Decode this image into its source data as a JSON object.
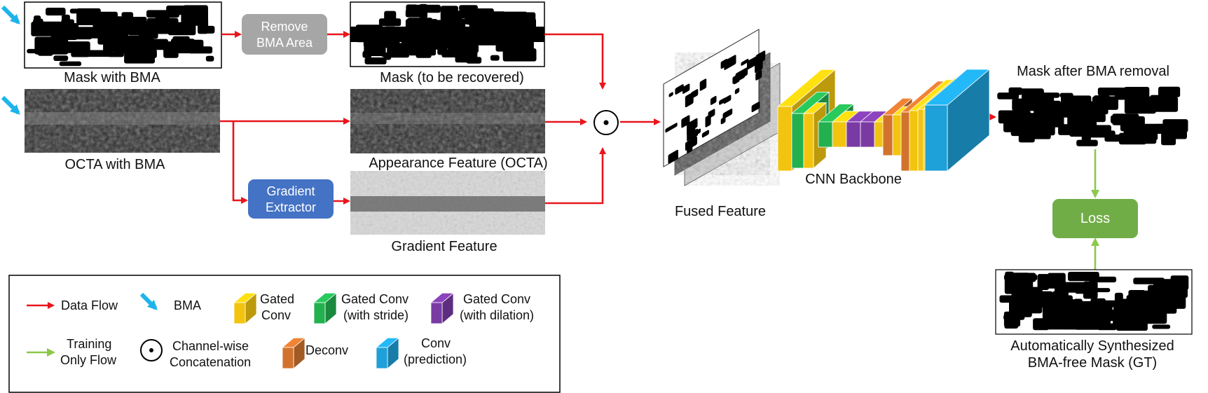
{
  "inputs": {
    "mask_with_bma": "Mask with BMA",
    "octa_with_bma": "OCTA with BMA"
  },
  "blocks": {
    "remove_bma_line1": "Remove",
    "remove_bma_line2": "BMA Area",
    "gradient_line1": "Gradient",
    "gradient_line2": "Extractor",
    "loss": "Loss"
  },
  "features": {
    "mask_to_recover": "Mask (to be recovered)",
    "appearance": "Appearance Feature (OCTA)",
    "gradient": "Gradient Feature",
    "fused": "Fused Feature",
    "backbone": "CNN Backbone"
  },
  "outputs": {
    "mask_after": "Mask after BMA removal",
    "gt_line1": "Automatically Synthesized",
    "gt_line2": "BMA-free Mask (GT)"
  },
  "operator": "⊙",
  "legend": {
    "data_flow": "Data Flow",
    "bma": "BMA",
    "gated_conv_1": "Gated",
    "gated_conv_2": "Conv",
    "gated_stride_1": "Gated Conv",
    "gated_stride_2": "(with stride)",
    "gated_dilation_1": "Gated Conv",
    "gated_dilation_2": "(with dilation)",
    "training_1": "Training",
    "training_2": "Only Flow",
    "concat_1": "Channel-wise",
    "concat_2": "Concatenation",
    "deconv": "Deconv",
    "conv_1": "Conv",
    "conv_2": "(prediction)"
  },
  "colors": {
    "data_flow": "#e8161c",
    "training_flow": "#8cc84b",
    "bma_arrow": "#1eb4ea",
    "remove_bma_block": "#a6a6a6",
    "gradient_block": "#4472c4",
    "loss_block": "#70ad47",
    "gated_conv": "#f2c40f",
    "gated_conv_stride": "#23b04f",
    "gated_conv_dilation": "#7a3aa4",
    "deconv": "#d2732d",
    "conv_prediction": "#1ea0d8"
  }
}
